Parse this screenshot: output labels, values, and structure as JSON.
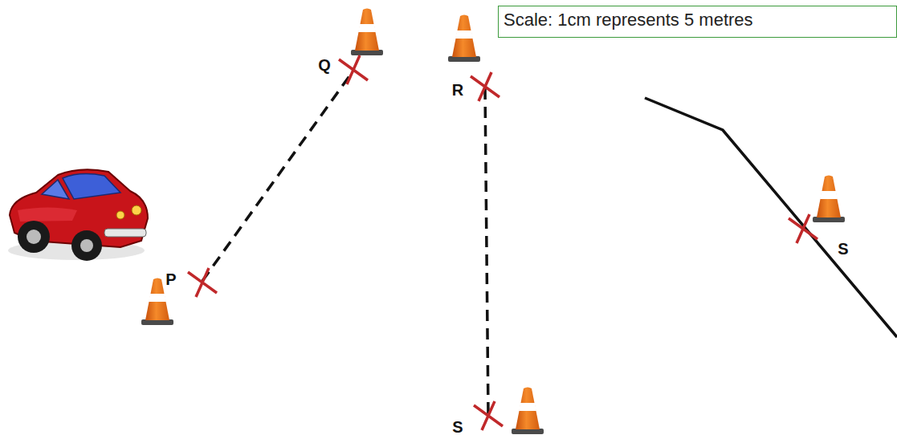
{
  "diagram": {
    "nodes": [
      {
        "text": [
          "Scale: 1cm represents 5 metres"
        ]
      }
    ],
    "labels": [
      "Q",
      "R",
      "P",
      "S",
      "S"
    ]
  }
}
